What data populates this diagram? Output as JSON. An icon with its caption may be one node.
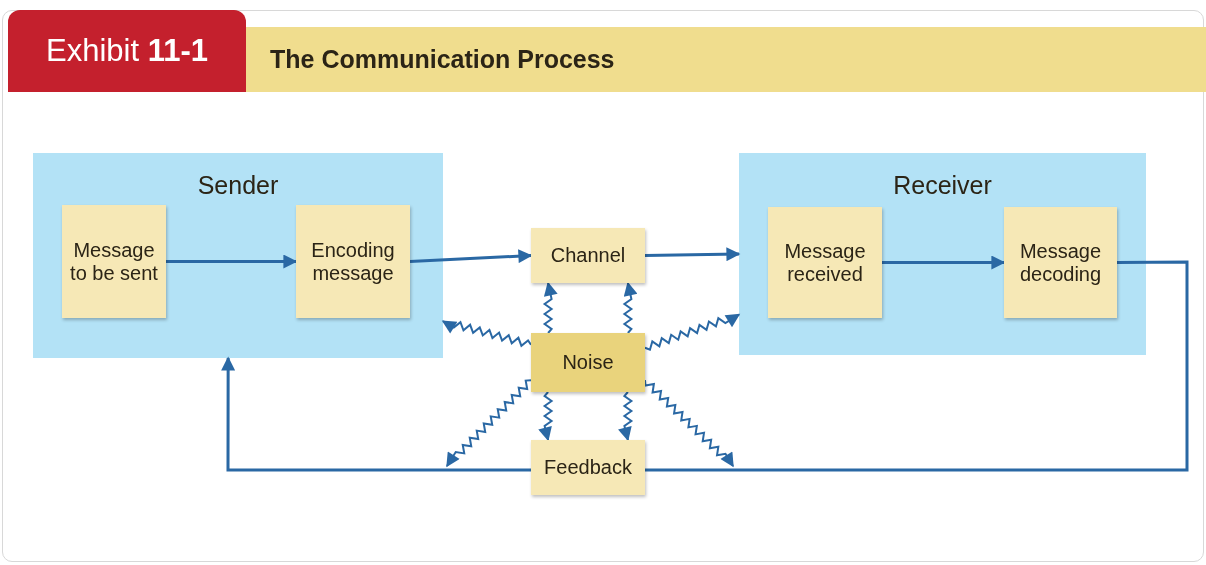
{
  "diagram": {
    "title": "The Communication Process",
    "nodes": [
      {
        "text": [
          "Sender"
        ]
      },
      {
        "text": [
          "Message to be sent"
        ],
        "in": 0
      },
      {
        "text": [
          "Encoding message"
        ],
        "in": 0
      },
      {
        "text": [
          "Channel"
        ]
      },
      {
        "text": [
          "Receiver"
        ]
      },
      {
        "text": [
          "Message received"
        ],
        "in": 4
      },
      {
        "text": [
          "Message decoding"
        ],
        "in": 4
      },
      {
        "text": [
          "Noise"
        ]
      },
      {
        "text": [
          "Feedback"
        ]
      }
    ],
    "edges": [
      {
        "from": 1,
        "to": 2,
        "arrow": "to"
      },
      {
        "from": 2,
        "to": 3,
        "arrow": "to"
      },
      {
        "from": 3,
        "to": 4,
        "arrow": "to"
      },
      {
        "from": 5,
        "to": 6,
        "arrow": "to"
      },
      {
        "from": 6,
        "to": 8,
        "arrow": "none"
      },
      {
        "from": 8,
        "to": 0,
        "arrow": "to"
      },
      {
        "from": 7,
        "to": 3,
        "arrow": "to"
      },
      {
        "from": 7,
        "to": 3,
        "arrow": "to"
      },
      {
        "from": 7,
        "to": 0,
        "arrow": "to"
      },
      {
        "from": 7,
        "to": 4,
        "arrow": "to"
      },
      {
        "from": 7,
        "to": 8,
        "arrow": "to"
      },
      {
        "from": 7,
        "to": 8,
        "arrow": "to"
      },
      {
        "from": 7,
        "to": null,
        "arrow": "to"
      },
      {
        "from": 7,
        "to": null,
        "arrow": "to"
      }
    ],
    "labels": [
      "Exhibit **11-1**"
    ]
  }
}
